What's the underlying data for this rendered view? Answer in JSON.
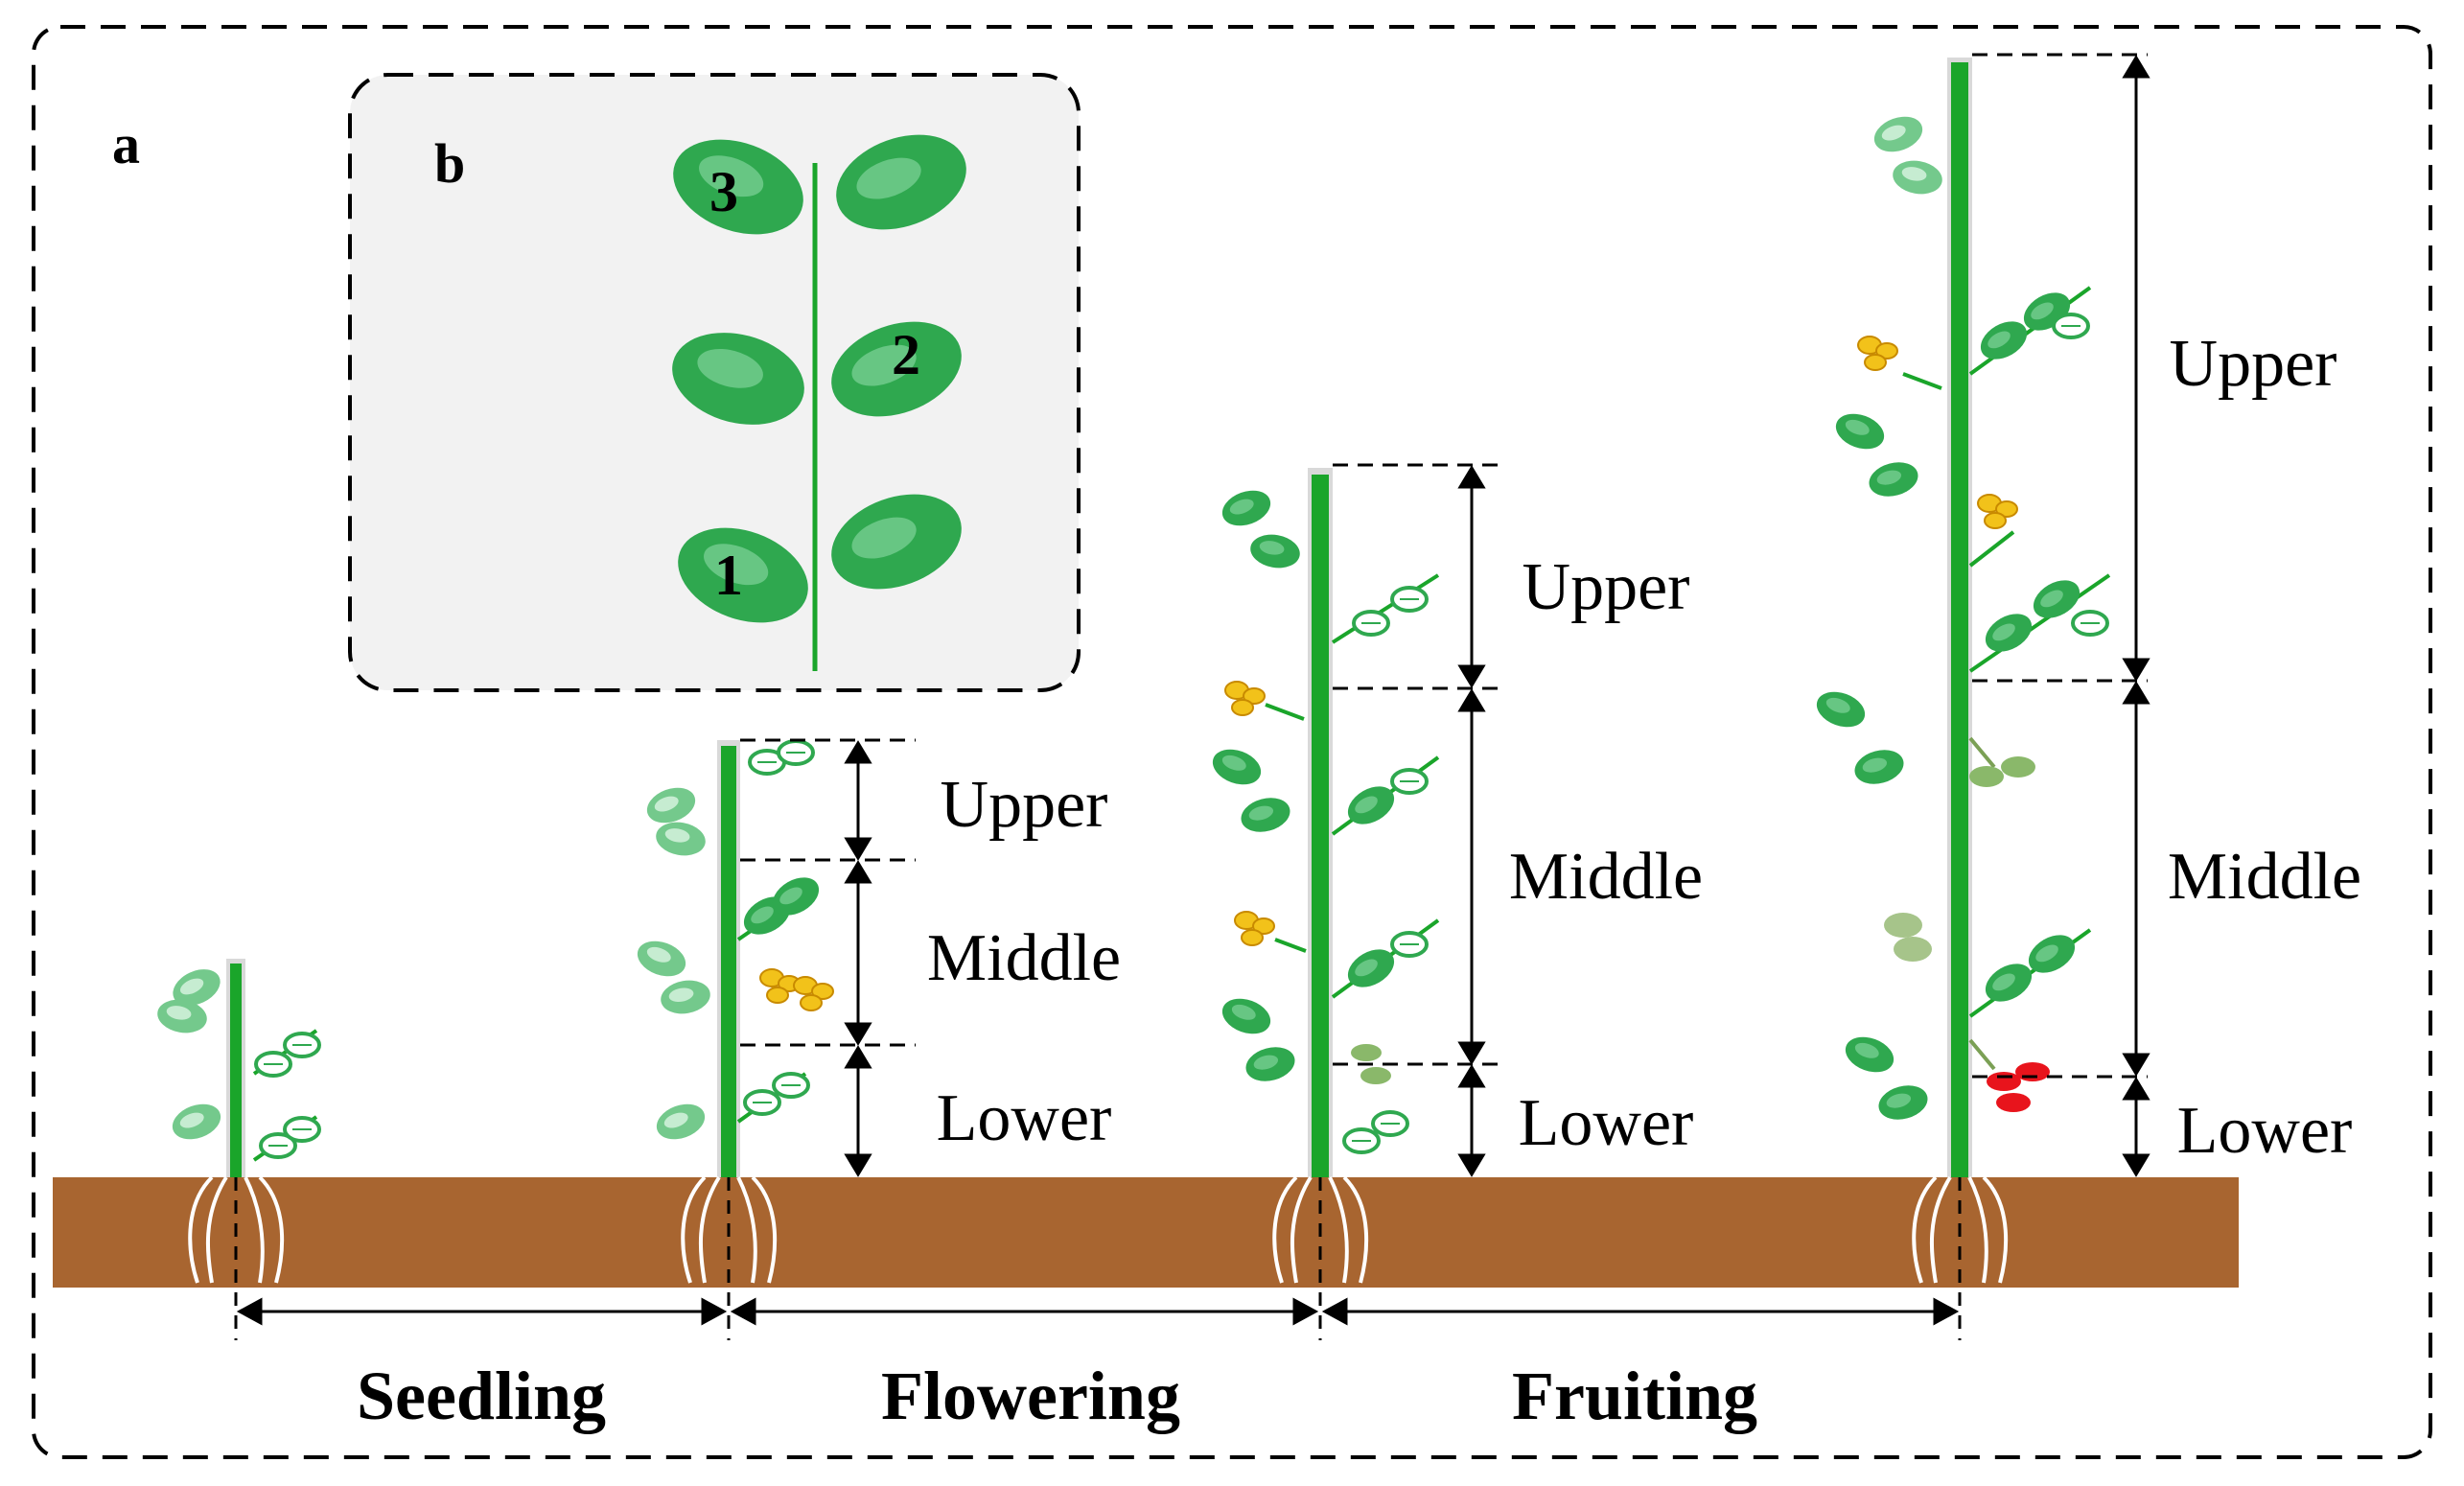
{
  "panels": {
    "a": "a",
    "b": "b"
  },
  "inset_leaf_numbers": [
    "1",
    "2",
    "3"
  ],
  "zone_labels": {
    "upper": "Upper",
    "middle": "Middle",
    "lower": "Lower"
  },
  "growth_stages": [
    "Seedling",
    "Flowering",
    "Fruiting"
  ],
  "colors": {
    "stem": "#1aa52a",
    "leaf": "#2fa84f",
    "leaf_light": "#7fd39a",
    "soil": "#a86530",
    "flower": "#f2c21a",
    "pod_green": "#8ab86a",
    "pod_red": "#e8141c",
    "inset_bg": "#f2f2f2"
  }
}
